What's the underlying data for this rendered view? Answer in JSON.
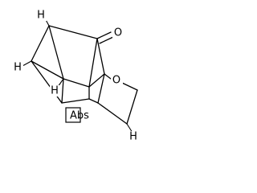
{
  "structure": {
    "atoms": {
      "h_top": "H",
      "h_left": "H",
      "h_lower_left": "H",
      "o_ketone": "O",
      "o_ring": "O",
      "h_bottom": "H",
      "substituent": "Abs"
    }
  }
}
